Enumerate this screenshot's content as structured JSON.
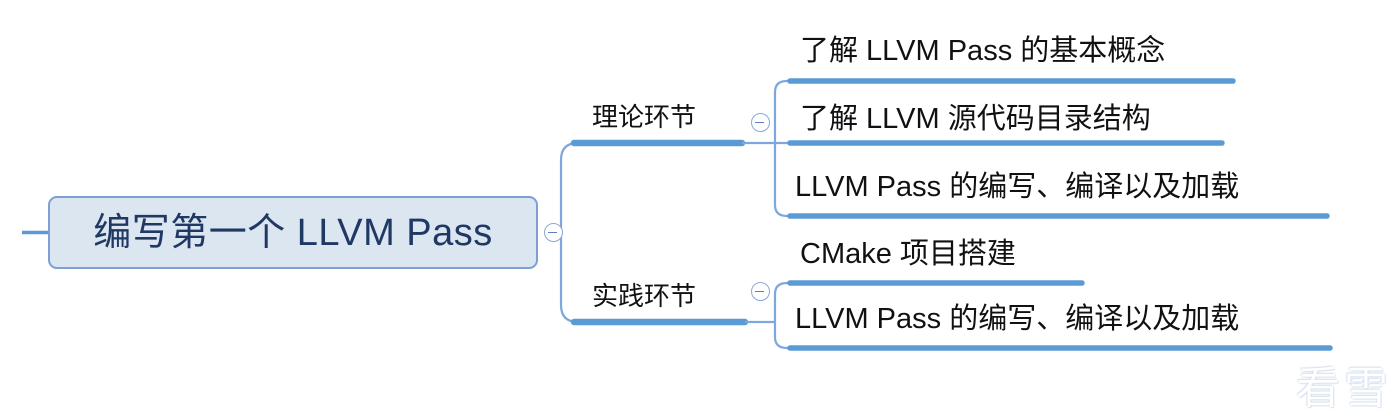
{
  "diagram": {
    "type": "mindmap",
    "root": {
      "label": "编写第一个 LLVM Pass",
      "toggle_icon": "collapse-minus-icon",
      "fill_color": "#dce6f1",
      "border_color": "#7d9fd3",
      "text_color": "#1f3864"
    },
    "accent_color": "#5b9bd5",
    "connector_color": "#7da7dd",
    "branches": [
      {
        "label": "理论环节",
        "toggle_icon": "collapse-minus-icon",
        "children": [
          {
            "label": "了解 LLVM Pass 的基本概念"
          },
          {
            "label": "了解 LLVM 源代码目录结构"
          },
          {
            "label": "LLVM Pass 的编写、编译以及加载"
          }
        ]
      },
      {
        "label": "实践环节",
        "toggle_icon": "collapse-minus-icon",
        "children": [
          {
            "label": "CMake 项目搭建"
          },
          {
            "label": "LLVM Pass 的编写、编译以及加载"
          }
        ]
      }
    ]
  },
  "watermark": {
    "text": "看雪",
    "icon": "snowflake-icon"
  }
}
